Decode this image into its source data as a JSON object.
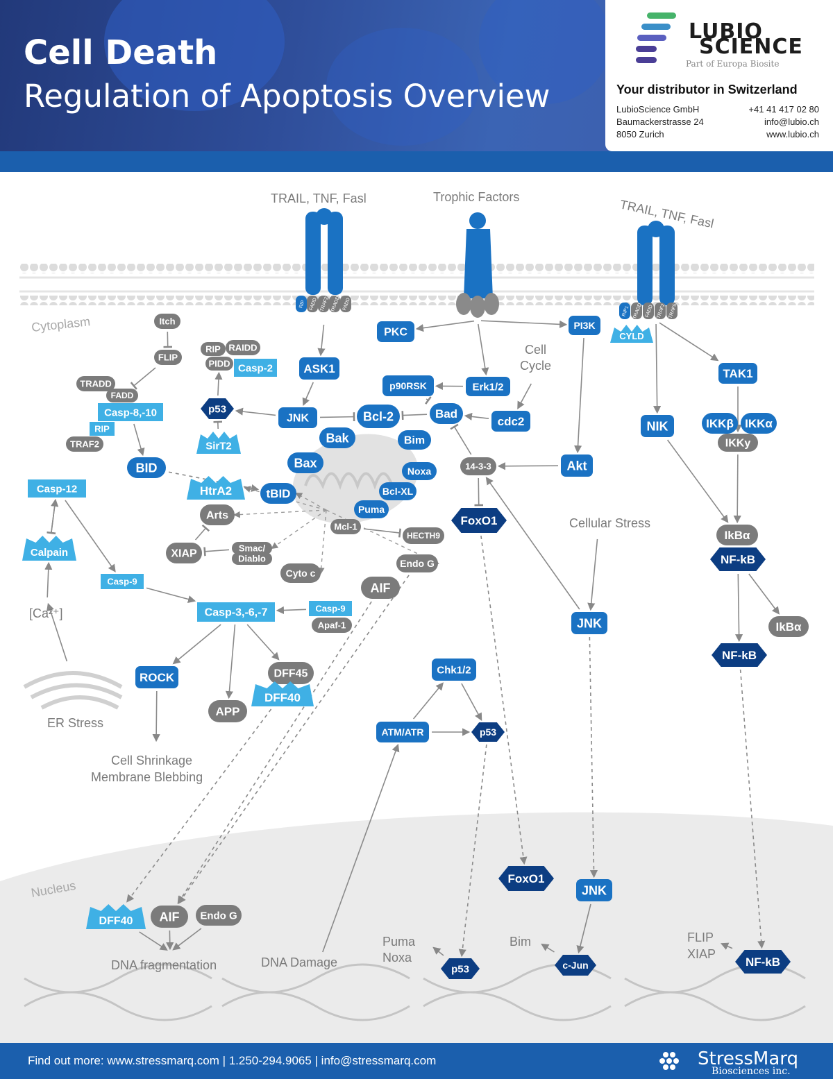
{
  "header": {
    "title": "Cell Death",
    "subtitle": "Regulation of Apoptosis Overview"
  },
  "brand": {
    "logo_line1": "LUBIO",
    "logo_line2": "SCIENCE",
    "tagline": "Part of Europa Biosite",
    "distributor": "Your distributor in Switzerland",
    "company": "LubioScience GmbH",
    "street": "Baumackerstrasse 24",
    "city": "8050 Zurich",
    "phone": "+41 41 417 02 80",
    "email": "info@lubio.ch",
    "web": "www.lubio.ch",
    "bar_colors": [
      "#46b36a",
      "#3a8fc8",
      "#5a5fbf",
      "#4a3e96"
    ]
  },
  "footer": {
    "text": "Find out more: www.stressmarq.com | 1.250-294.9065 | info@stressmarq.com",
    "logo_name": "StressMarq",
    "logo_sub": "Biosciences inc."
  },
  "colors": {
    "blue": "#1a72c3",
    "navy": "#0c3d82",
    "light": "#3fb0e5",
    "gray": "#7b7b7b",
    "band": "#1b5fad"
  },
  "diagram": {
    "labels": {
      "ligand_left": "TRAIL, TNF, Fasl",
      "ligand_mid": "Trophic Factors",
      "ligand_right": "TRAIL, TNF, Fasl",
      "cytoplasm": "Cytoplasm",
      "nucleus": "Nucleus",
      "cell_cycle_1": "Cell",
      "cell_cycle_2": "Cycle",
      "cellular_stress": "Cellular Stress",
      "ca": "[Ca²⁺]",
      "er_stress": "ER Stress",
      "shrink_1": "Cell Shrinkage",
      "shrink_2": "Membrane Blebbing",
      "dna_frag": "DNA fragmentation",
      "dna_damage": "DNA Damage",
      "puma": "Puma",
      "noxa": "Noxa",
      "bim_out": "Bim",
      "flip_out": "FLIP",
      "xiap_out": "XIAP"
    },
    "receptor_left_adaptors": [
      "RIP",
      "FADD",
      "TRAF2",
      "TRADD",
      "FADD"
    ],
    "receptor_right_adaptors": [
      "RIP1",
      "TRADD",
      "FADD",
      "TRAF2",
      "TRAF5"
    ],
    "nodes": {
      "pkc": "PKC",
      "pi3k": "PI3K",
      "cyld": "CYLD",
      "tak1": "TAK1",
      "ask1": "ASK1",
      "erk": "Erk1/2",
      "p90rsk": "p90RSK",
      "bad": "Bad",
      "cdc2": "cdc2",
      "jnk1": "JNK",
      "bcl2": "Bcl-2",
      "bak": "Bak",
      "bim": "Bim",
      "bax": "Bax",
      "noxa": "Noxa",
      "bclxl": "Bcl-XL",
      "puma": "Puma",
      "tbid": "tBID",
      "p53a": "p53",
      "sirt2": "SirT2",
      "htra2": "HtrA2",
      "rip_b": "RIP",
      "raidd": "RAIDD",
      "pidd": "PIDD",
      "casp2": "Casp-2",
      "itch": "Itch",
      "flip": "FLIP",
      "tradd": "TRADD",
      "fadd": "FADD",
      "casp8": "Casp-8,-10",
      "rip_c": "RIP",
      "traf2": "TRAF2",
      "bid": "BID",
      "casp12": "Casp-12",
      "calpain": "Calpain",
      "arts": "Arts",
      "xiap": "XIAP",
      "smac1": "Smac/",
      "smac2": "Diablo",
      "cytoc": "Cyto c",
      "mcl1": "Mcl-1",
      "hecth9": "HECTH9",
      "endog1": "Endo G",
      "aif1": "AIF",
      "casp9a": "Casp-9",
      "casp9b": "Casp-9",
      "apaf": "Apaf-1",
      "casp3": "Casp-3,-6,-7",
      "rock": "ROCK",
      "app": "APP",
      "dff45": "DFF45",
      "dff40a": "DFF40",
      "p1433": "14-3-3",
      "akt": "Akt",
      "foxo1a": "FoxO1",
      "jnk2": "JNK",
      "nik": "NIK",
      "ikkb": "IKKβ",
      "ikka": "IKKα",
      "ikky": "IKKy",
      "ikba1": "IkBα",
      "nfkb1": "NF-kB",
      "ikba2": "IkBα",
      "nfkb2": "NF-kB",
      "chk": "Chk1/2",
      "atm": "ATM/ATR",
      "p53b": "p53",
      "foxo1b": "FoxO1",
      "jnk3": "JNK",
      "dff40b": "DFF40",
      "aif2": "AIF",
      "endog2": "Endo G",
      "p53c": "p53",
      "cjun": "c-Jun",
      "nfkb3": "NF-kB"
    }
  }
}
